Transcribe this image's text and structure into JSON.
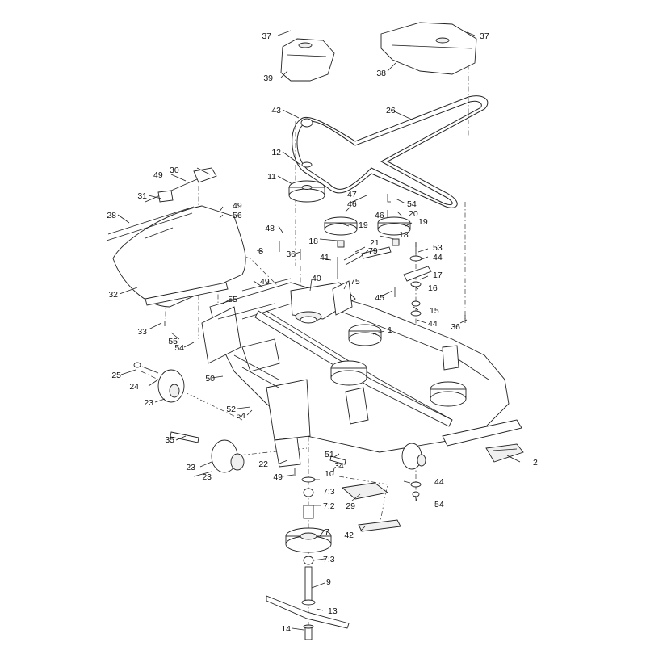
{
  "callouts": [
    {
      "id": "37a",
      "label": "37"
    },
    {
      "id": "37b",
      "label": "37"
    },
    {
      "id": "39",
      "label": "39"
    },
    {
      "id": "38",
      "label": "38"
    },
    {
      "id": "43",
      "label": "43"
    },
    {
      "id": "26",
      "label": "26"
    },
    {
      "id": "12",
      "label": "12"
    },
    {
      "id": "11",
      "label": "11"
    },
    {
      "id": "30",
      "label": "30"
    },
    {
      "id": "49a",
      "label": "49"
    },
    {
      "id": "31",
      "label": "31"
    },
    {
      "id": "49b",
      "label": "49"
    },
    {
      "id": "56",
      "label": "56"
    },
    {
      "id": "28",
      "label": "28"
    },
    {
      "id": "47",
      "label": "47"
    },
    {
      "id": "46a",
      "label": "46"
    },
    {
      "id": "54a",
      "label": "54"
    },
    {
      "id": "46b",
      "label": "46"
    },
    {
      "id": "20",
      "label": "20"
    },
    {
      "id": "19a",
      "label": "19"
    },
    {
      "id": "19b",
      "label": "19"
    },
    {
      "id": "48",
      "label": "48"
    },
    {
      "id": "18a",
      "label": "18"
    },
    {
      "id": "18b",
      "label": "18"
    },
    {
      "id": "21",
      "label": "21"
    },
    {
      "id": "8",
      "label": "8"
    },
    {
      "id": "36a",
      "label": "36"
    },
    {
      "id": "79",
      "label": "79"
    },
    {
      "id": "53",
      "label": "53"
    },
    {
      "id": "41",
      "label": "41"
    },
    {
      "id": "44a",
      "label": "44"
    },
    {
      "id": "17",
      "label": "17"
    },
    {
      "id": "32",
      "label": "32"
    },
    {
      "id": "49c",
      "label": "49"
    },
    {
      "id": "40",
      "label": "40"
    },
    {
      "id": "75",
      "label": "75"
    },
    {
      "id": "16",
      "label": "16"
    },
    {
      "id": "45",
      "label": "45"
    },
    {
      "id": "55a",
      "label": "55"
    },
    {
      "id": "15",
      "label": "15"
    },
    {
      "id": "33",
      "label": "33"
    },
    {
      "id": "44b",
      "label": "44"
    },
    {
      "id": "36b",
      "label": "36"
    },
    {
      "id": "55b",
      "label": "55"
    },
    {
      "id": "1",
      "label": "1"
    },
    {
      "id": "54b",
      "label": "54"
    },
    {
      "id": "25",
      "label": "25"
    },
    {
      "id": "24",
      "label": "24"
    },
    {
      "id": "50",
      "label": "50"
    },
    {
      "id": "23a",
      "label": "23"
    },
    {
      "id": "52",
      "label": "52"
    },
    {
      "id": "54c",
      "label": "54"
    },
    {
      "id": "35",
      "label": "35"
    },
    {
      "id": "51",
      "label": "51"
    },
    {
      "id": "22",
      "label": "22"
    },
    {
      "id": "2",
      "label": "2"
    },
    {
      "id": "23b",
      "label": "23"
    },
    {
      "id": "23c",
      "label": "23"
    },
    {
      "id": "34",
      "label": "34"
    },
    {
      "id": "49d",
      "label": "49"
    },
    {
      "id": "10",
      "label": "10"
    },
    {
      "id": "44c",
      "label": "44"
    },
    {
      "id": "7-3a",
      "label": "7:3"
    },
    {
      "id": "29",
      "label": "29"
    },
    {
      "id": "54d",
      "label": "54"
    },
    {
      "id": "7-2",
      "label": "7:2"
    },
    {
      "id": "42",
      "label": "42"
    },
    {
      "id": "7",
      "label": "7"
    },
    {
      "id": "7-3b",
      "label": "7:3"
    },
    {
      "id": "9",
      "label": "9"
    },
    {
      "id": "13",
      "label": "13"
    },
    {
      "id": "14",
      "label": "14"
    }
  ]
}
